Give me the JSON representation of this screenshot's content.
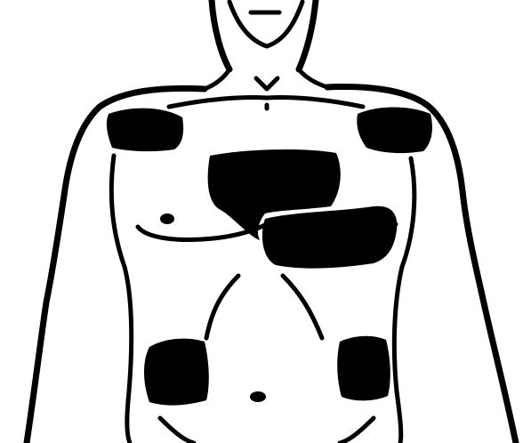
{
  "colors": {
    "background": "#ffffff",
    "ink": "#000000"
  },
  "electrode_pads": [
    {
      "name": "right-shoulder"
    },
    {
      "name": "left-shoulder"
    },
    {
      "name": "sternum"
    },
    {
      "name": "left-chest"
    },
    {
      "name": "right-abdomen"
    },
    {
      "name": "left-abdomen"
    }
  ]
}
